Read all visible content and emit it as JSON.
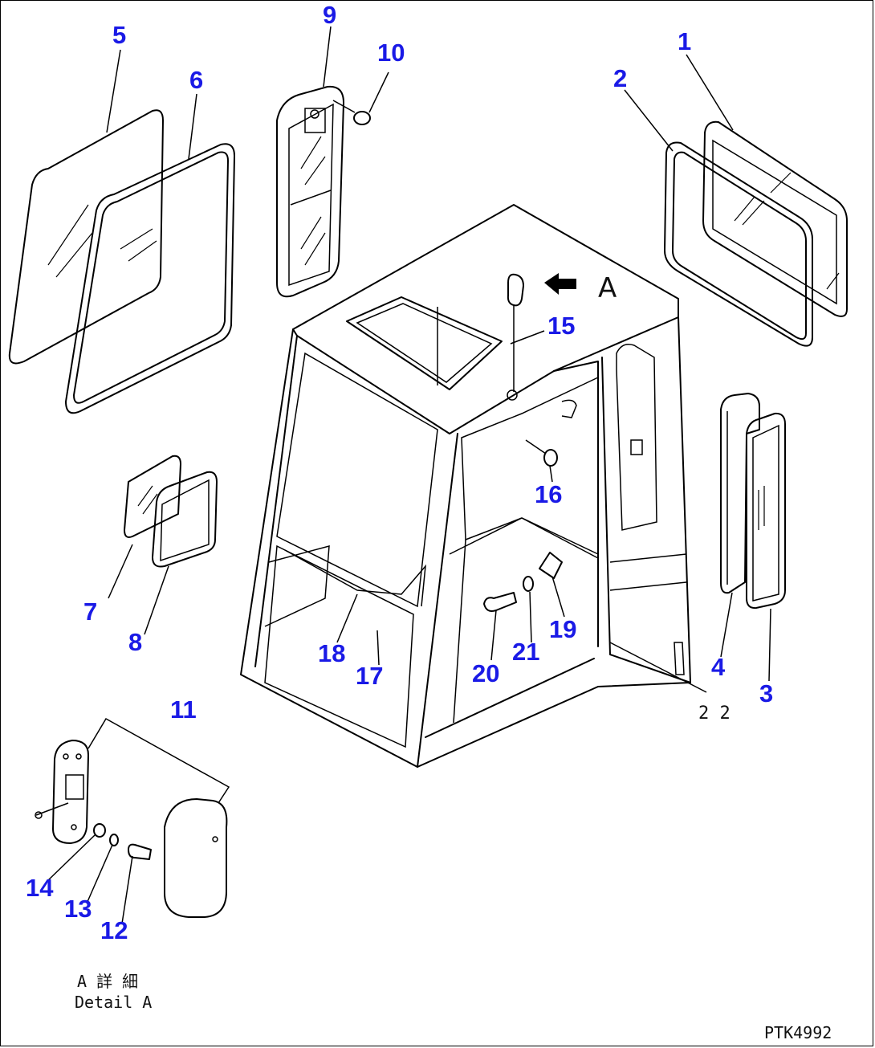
{
  "parts": [
    "1",
    "2",
    "3",
    "4",
    "5",
    "6",
    "7",
    "8",
    "9",
    "10",
    "11",
    "12",
    "13",
    "14",
    "15",
    "16",
    "17",
    "18",
    "19",
    "20",
    "21"
  ],
  "labels": {
    "part_22": "2 2",
    "view_a": "A",
    "detail_jp": "A 詳 細",
    "detail_en": "Detail A",
    "drawing_code": "PTK4992"
  },
  "colors": {
    "callout_number": "#1a1ae6",
    "linework": "#000000"
  }
}
